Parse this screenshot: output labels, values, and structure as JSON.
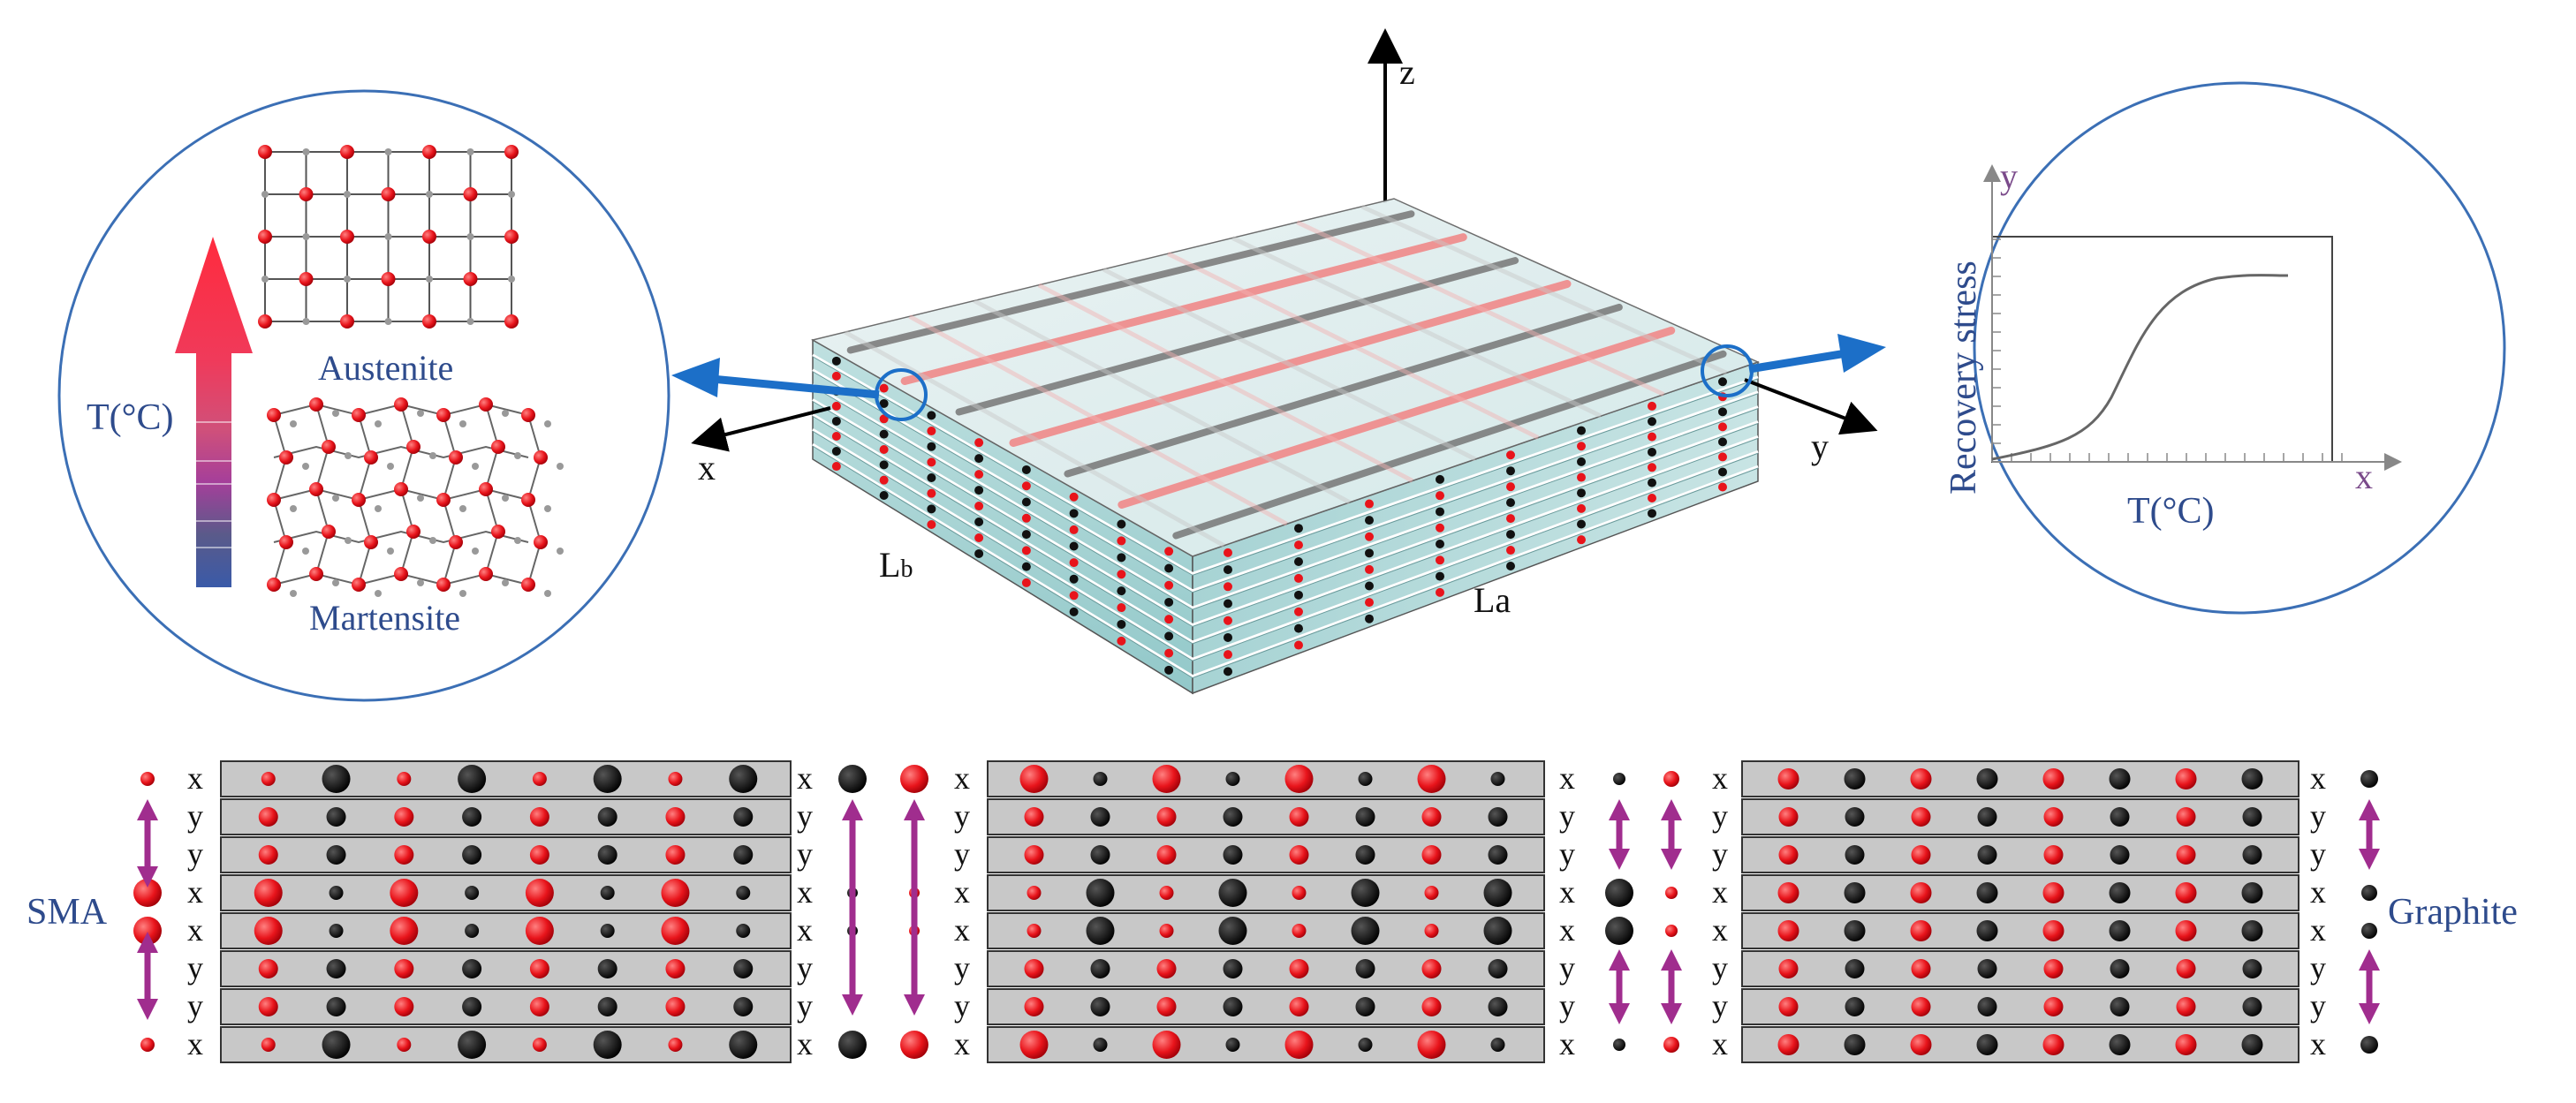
{
  "labels": {
    "austenite": "Austenite",
    "martensite": "Martensite",
    "temp_left": "T(°C)",
    "axis_x": "x",
    "axis_y": "y",
    "axis_z": "z",
    "lb_main": "L",
    "lb_sub": "b",
    "la": "La",
    "graph_x": "x",
    "graph_y": "y",
    "graph_xlabel": "T(°C)",
    "graph_ylabel": "Recovery stress",
    "sma": "SMA",
    "graphite": "Graphite"
  },
  "colors": {
    "sma_red": "#e8141b",
    "graphite_black": "#111111",
    "panel_gray": "#c8c8c8",
    "accent_blue": "#1c6fc8",
    "text_blue": "#2e4b8c",
    "arrow_purple": "#a02d8e"
  },
  "panels": [
    {
      "row_labels_left": [
        "x",
        "y",
        "y",
        "x",
        "x",
        "y",
        "y",
        "x"
      ],
      "row_labels_right": [
        "x",
        "y",
        "y",
        "x",
        "x",
        "y",
        "y",
        "x"
      ],
      "row_types": [
        "x",
        "y",
        "y",
        "x",
        "x",
        "y",
        "y",
        "x"
      ],
      "x_red_sizes": [
        1,
        3,
        3,
        1
      ],
      "x_black_sizes": [
        3,
        1,
        1,
        3
      ],
      "x_red_first": true,
      "y_pattern": "red-black"
    },
    {
      "row_labels_left": [
        "x",
        "y",
        "y",
        "x",
        "x",
        "y",
        "y",
        "x"
      ],
      "row_labels_right": [
        "x",
        "y",
        "y",
        "x",
        "x",
        "y",
        "y",
        "x"
      ],
      "row_types": [
        "x",
        "y",
        "y",
        "x",
        "x",
        "y",
        "y",
        "x"
      ],
      "x_red_sizes": [
        3,
        1,
        1,
        3
      ],
      "x_black_sizes": [
        1,
        3,
        3,
        1
      ],
      "x_red_first": true,
      "y_pattern": "red-black"
    },
    {
      "row_labels_left": [
        "x",
        "y",
        "y",
        "x",
        "x",
        "y",
        "y",
        "x"
      ],
      "row_labels_right": [
        "x",
        "y",
        "y",
        "x",
        "x",
        "y",
        "y",
        "x"
      ],
      "row_types": [
        "x",
        "y",
        "y",
        "x",
        "x",
        "y",
        "y",
        "x"
      ],
      "x_red_sizes": [
        2,
        2,
        2,
        2
      ],
      "x_black_sizes": [
        2,
        2,
        2,
        2
      ],
      "x_red_first": true,
      "y_pattern": "red-black"
    }
  ],
  "legend_markers": [
    {
      "side": "left-of-panel-1",
      "color": "red",
      "top": "small",
      "bottom": "small",
      "middle": [
        "large",
        "large"
      ]
    },
    {
      "side": "between-1-2-black",
      "color": "black",
      "top": "large",
      "bottom": "large",
      "middle": [
        "small",
        "small"
      ]
    },
    {
      "side": "between-1-2-red",
      "color": "red",
      "top": "large",
      "bottom": "large",
      "middle": [
        "small",
        "small"
      ]
    },
    {
      "side": "between-2-3-black",
      "color": "black",
      "top": "small",
      "bottom": "small",
      "middle": [
        "large",
        "large"
      ]
    },
    {
      "side": "between-2-3-red",
      "color": "red",
      "top": "small",
      "bottom": "small",
      "middle": [
        "small",
        "small"
      ]
    },
    {
      "side": "right-of-panel-3",
      "color": "black",
      "top": "small",
      "bottom": "small",
      "middle": [
        "small",
        "small"
      ]
    }
  ],
  "curve": {
    "type": "sigmoid",
    "description": "Recovery stress vs temperature"
  }
}
